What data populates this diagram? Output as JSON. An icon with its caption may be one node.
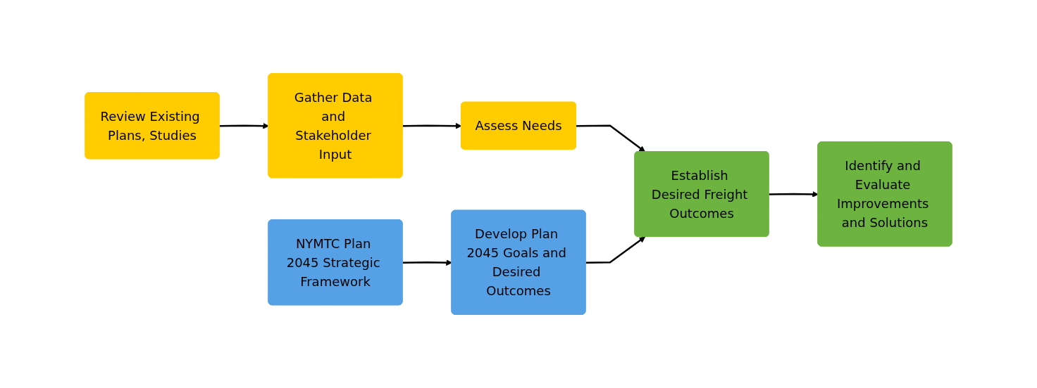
{
  "diagram": {
    "nodes": [
      {
        "text": [
          "Review Existing Plans, Studies"
        ]
      },
      {
        "text": [
          "Gather Data and Stakeholder Input"
        ]
      },
      {
        "text": [
          "Assess Needs"
        ]
      },
      {
        "text": [
          "NYMTC Plan 2045 Strategic Framework"
        ]
      },
      {
        "text": [
          "Develop Plan 2045 Goals and Desired Outcomes"
        ]
      },
      {
        "text": [
          "Establish Desired Freight Outcomes"
        ]
      },
      {
        "text": [
          "Identify and Evaluate Improvements and Solutions"
        ]
      }
    ],
    "edges": [
      {
        "from": 0,
        "to": 1,
        "arrow": "to"
      },
      {
        "from": 1,
        "to": 2,
        "arrow": "to"
      },
      {
        "from": 2,
        "to": 5,
        "arrow": "to"
      },
      {
        "from": 3,
        "to": 4,
        "arrow": "to"
      },
      {
        "from": 4,
        "to": 5,
        "arrow": "to"
      },
      {
        "from": 5,
        "to": 6,
        "arrow": "to"
      }
    ]
  }
}
